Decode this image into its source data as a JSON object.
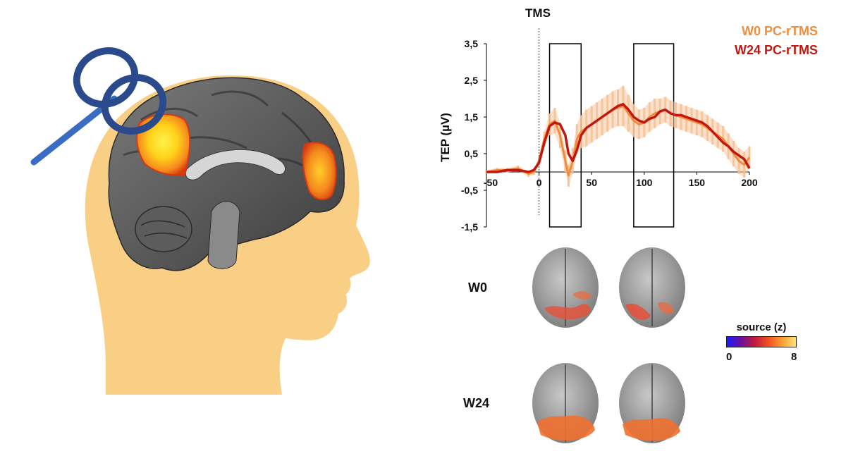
{
  "chart_data": {
    "type": "line",
    "event_label": "TMS",
    "ylabel": "TEP (µV)",
    "xlim": [
      -50,
      200
    ],
    "ylim": [
      -1.5,
      3.5
    ],
    "x_ticks": [
      "-50",
      "0",
      "50",
      "100",
      "150",
      "200"
    ],
    "y_ticks": [
      "3,5",
      "2,5",
      "1,5",
      "0,5",
      "-0,5",
      "-1,5"
    ],
    "windows": [
      [
        10,
        40
      ],
      [
        90,
        128
      ]
    ],
    "x": [
      -50,
      -40,
      -30,
      -20,
      -10,
      -5,
      0,
      5,
      10,
      15,
      20,
      25,
      28,
      32,
      36,
      40,
      45,
      50,
      55,
      60,
      65,
      70,
      75,
      80,
      85,
      90,
      95,
      100,
      105,
      110,
      115,
      120,
      125,
      130,
      135,
      140,
      145,
      150,
      155,
      160,
      165,
      170,
      175,
      180,
      185,
      190,
      195,
      200
    ],
    "series": [
      {
        "name": "W0 PC-rTMS",
        "color": "#f08c3c",
        "values": [
          0.0,
          0.05,
          0.05,
          0.1,
          -0.05,
          0.0,
          0.3,
          0.9,
          1.3,
          1.4,
          1.0,
          0.3,
          -0.1,
          0.3,
          0.9,
          1.1,
          1.2,
          1.3,
          1.4,
          1.5,
          1.6,
          1.7,
          1.75,
          1.8,
          1.6,
          1.4,
          1.3,
          1.35,
          1.5,
          1.6,
          1.65,
          1.7,
          1.6,
          1.55,
          1.5,
          1.45,
          1.4,
          1.35,
          1.3,
          1.2,
          1.1,
          1.0,
          0.9,
          0.7,
          0.5,
          0.3,
          0.2,
          0.4
        ],
        "error": [
          0.05,
          0.06,
          0.06,
          0.07,
          0.08,
          0.08,
          0.12,
          0.2,
          0.3,
          0.35,
          0.35,
          0.3,
          0.3,
          0.35,
          0.4,
          0.45,
          0.5,
          0.5,
          0.5,
          0.5,
          0.5,
          0.5,
          0.5,
          0.55,
          0.5,
          0.45,
          0.4,
          0.4,
          0.4,
          0.4,
          0.35,
          0.35,
          0.35,
          0.35,
          0.35,
          0.35,
          0.35,
          0.35,
          0.35,
          0.35,
          0.35,
          0.35,
          0.35,
          0.35,
          0.35,
          0.35,
          0.35,
          0.3
        ]
      },
      {
        "name": "W24 PC-rTMS",
        "color": "#c0170f",
        "values": [
          0.0,
          0.0,
          0.05,
          0.05,
          0.0,
          0.05,
          0.25,
          0.8,
          1.25,
          1.35,
          1.3,
          1.0,
          0.5,
          0.3,
          0.6,
          1.0,
          1.2,
          1.3,
          1.4,
          1.5,
          1.6,
          1.7,
          1.8,
          1.85,
          1.7,
          1.5,
          1.4,
          1.35,
          1.45,
          1.5,
          1.65,
          1.7,
          1.6,
          1.55,
          1.55,
          1.5,
          1.45,
          1.4,
          1.35,
          1.25,
          1.1,
          0.95,
          0.8,
          0.7,
          0.55,
          0.45,
          0.35,
          0.1
        ]
      }
    ]
  },
  "sources": {
    "rows": [
      "W0",
      "W24"
    ],
    "colorbar_title": "source (z)",
    "colorbar_min": "0",
    "colorbar_max": "8"
  },
  "colors": {
    "head": "#f9cf86",
    "coil": "#2b4a8c",
    "coil_handle": "#3a6cc4",
    "brain_gray": "#6e6e6e",
    "activation": "#f59a23"
  }
}
